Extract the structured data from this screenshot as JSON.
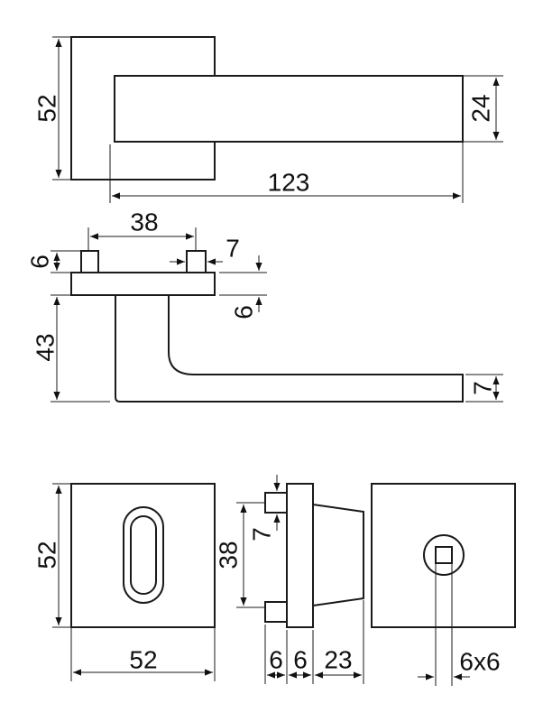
{
  "drawing": {
    "top_view": {
      "plate_height": "52",
      "lever_height": "24",
      "lever_length": "123"
    },
    "side_view": {
      "pin_spacing": "38",
      "pin_height": "6",
      "pin_width": "7",
      "plate_thickness": "6",
      "handle_drop": "43",
      "lever_thickness": "7"
    },
    "rosette_front": {
      "height": "52",
      "width": "52"
    },
    "rosette_side": {
      "pin_width": "7",
      "pin_spacing": "38",
      "pin_depth": "6",
      "plate_depth": "6",
      "body_depth": "23"
    },
    "rosette_back": {
      "square_spindle": "6x6"
    }
  }
}
